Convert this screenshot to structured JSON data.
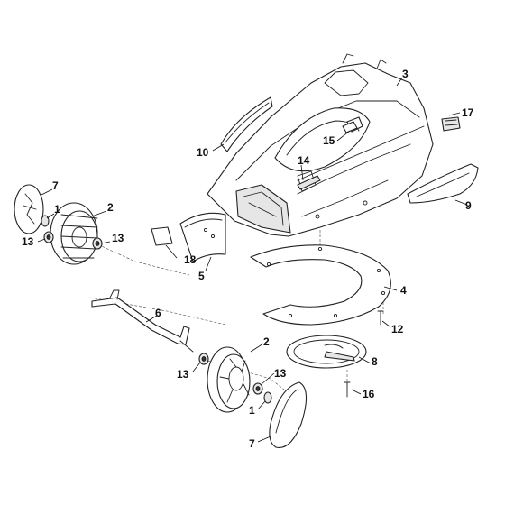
{
  "callouts": [
    {
      "id": "c3",
      "text": "3"
    },
    {
      "id": "c17",
      "text": "17"
    },
    {
      "id": "c10",
      "text": "10"
    },
    {
      "id": "c15",
      "text": "15"
    },
    {
      "id": "c14",
      "text": "14"
    },
    {
      "id": "c9",
      "text": "9"
    },
    {
      "id": "c7a",
      "text": "7"
    },
    {
      "id": "c1a",
      "text": "1"
    },
    {
      "id": "c2a",
      "text": "2"
    },
    {
      "id": "c13a",
      "text": "13"
    },
    {
      "id": "c13b",
      "text": "13"
    },
    {
      "id": "c18",
      "text": "18"
    },
    {
      "id": "c5",
      "text": "5"
    },
    {
      "id": "c4",
      "text": "4"
    },
    {
      "id": "c12",
      "text": "12"
    },
    {
      "id": "c6",
      "text": "6"
    },
    {
      "id": "c2b",
      "text": "2"
    },
    {
      "id": "c8",
      "text": "8"
    },
    {
      "id": "c13c",
      "text": "13"
    },
    {
      "id": "c13d",
      "text": "13"
    },
    {
      "id": "c16",
      "text": "16"
    },
    {
      "id": "c1b",
      "text": "1"
    },
    {
      "id": "c7b",
      "text": "7"
    }
  ],
  "colors": {
    "line": "#222222",
    "background": "#ffffff"
  }
}
